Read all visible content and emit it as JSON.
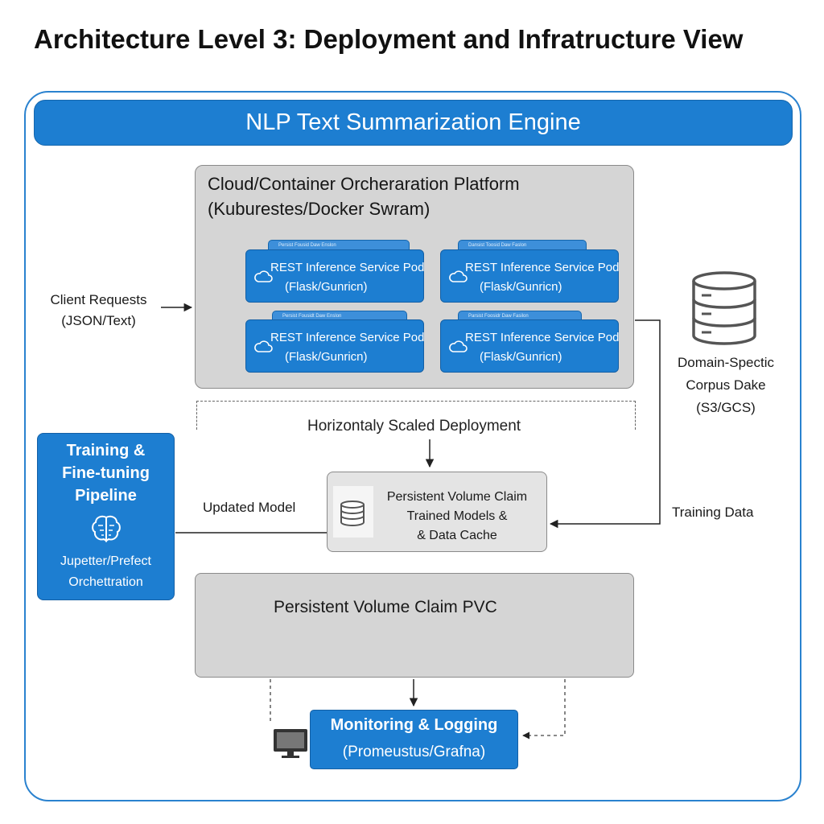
{
  "title": "Architecture Level 3: Deployment and Infratructure View",
  "engine_banner": "NLP Text Summarization Engine",
  "platform": {
    "title_line1": "Cloud/Container Orcheraration Platform",
    "title_line2": "(Kuburestes/Docker Swram)",
    "pods": [
      {
        "shadow": "Persist Fousid Daw Enslon",
        "title": "REST Inference Service Pod",
        "subtitle": "(Flask/Gunricn)"
      },
      {
        "shadow": "Dansist Toosid Daw Faslon",
        "title": "REST Inference Service Pod",
        "subtitle": "(Flask/Gunricn)"
      },
      {
        "shadow": "Persist Fousidt Daw Enslon",
        "title": "REST Inference Service Pod",
        "subtitle": "(Flask/Gunricn)"
      },
      {
        "shadow": "Parsist Foosidr Daw Fasilon",
        "title": "REST Inference Service Pod",
        "subtitle": "(Flask/Gunricn)"
      }
    ]
  },
  "client": {
    "line1": "Client Requests",
    "line2": "(JSON/Text)"
  },
  "corpus": {
    "line1": "Domain-Spectic",
    "line2": "Corpus Dake",
    "line3": "(S3/GCS)"
  },
  "scaled_deployment": "Horizontaly Scaled Deployment",
  "training": {
    "title_line1": "Training &",
    "title_line2": "Fine-tuning",
    "title_line3": "Pipeline",
    "sub_line1": "Jupetter/Prefect",
    "sub_line2": "Orchettration"
  },
  "updated_model": "Updated Model",
  "training_data": "Training Data",
  "pvc_cache": {
    "line1": "Persistent Volume Claim",
    "line2": "Trained Models &",
    "line3": "& Data Cache"
  },
  "pvc_main": "Persistent Volume Claim PVC",
  "monitoring": {
    "title": "Monitoring & Logging",
    "subtitle": "(Promeustus/Grafna)"
  },
  "icons": {
    "pod": "cloud-icon",
    "corpus": "database-icon",
    "training": "brain-icon",
    "cache": "database-icon",
    "monitoring": "monitor-icon"
  },
  "colors": {
    "accent_blue": "#1d7ed1",
    "frame_blue": "#2a82cf",
    "container_gray": "#d5d5d5"
  }
}
